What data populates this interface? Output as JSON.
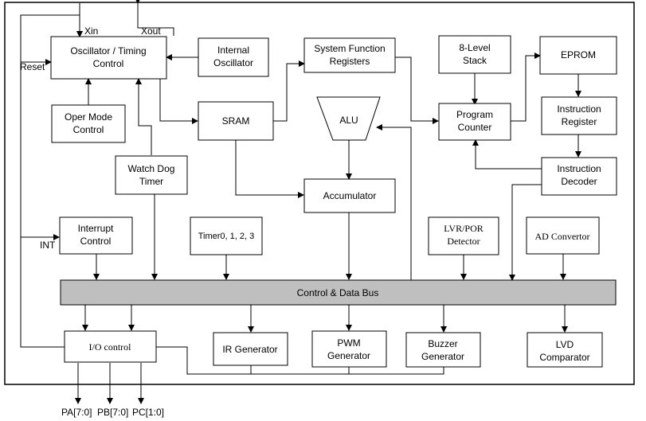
{
  "blocks": {
    "osc": [
      "Oscillator / Timing",
      "Control"
    ],
    "internal_osc": [
      "Internal",
      "Oscillator"
    ],
    "sysfunc": [
      "System Function",
      "Registers"
    ],
    "stack": [
      "8-Level",
      "Stack"
    ],
    "eprom": [
      "EPROM"
    ],
    "oper_mode": [
      "Oper  Mode",
      "Control"
    ],
    "sram": [
      "SRAM"
    ],
    "alu": [
      "ALU"
    ],
    "pc": [
      "Program",
      "Counter"
    ],
    "instr_reg": [
      "Instruction",
      "Register"
    ],
    "watchdog": [
      "Watch Dog",
      "Timer"
    ],
    "instr_dec": [
      "Instruction",
      "Decoder"
    ],
    "accumulator": [
      "Accumulator"
    ],
    "interrupt": [
      "Interrupt",
      "Control"
    ],
    "timer": [
      "Timer0, 1, 2, 3"
    ],
    "lvr": [
      "LVR/POR",
      "Detector"
    ],
    "adc": [
      "AD Convertor"
    ],
    "bus": [
      "Control  & Data Bus"
    ],
    "io": [
      "I/O control"
    ],
    "ir": [
      "IR Generator"
    ],
    "pwm": [
      "PWM",
      "Generator"
    ],
    "buzzer": [
      "Buzzer",
      "Generator"
    ],
    "lvd": [
      "LVD",
      "Comparator"
    ]
  },
  "signals": {
    "xin": "Xin",
    "xout": "Xout",
    "reset": "Reset",
    "int": "INT",
    "pa": "PA[7:0]",
    "pb": "PB[7:0]",
    "pc": "PC[1:0]"
  }
}
